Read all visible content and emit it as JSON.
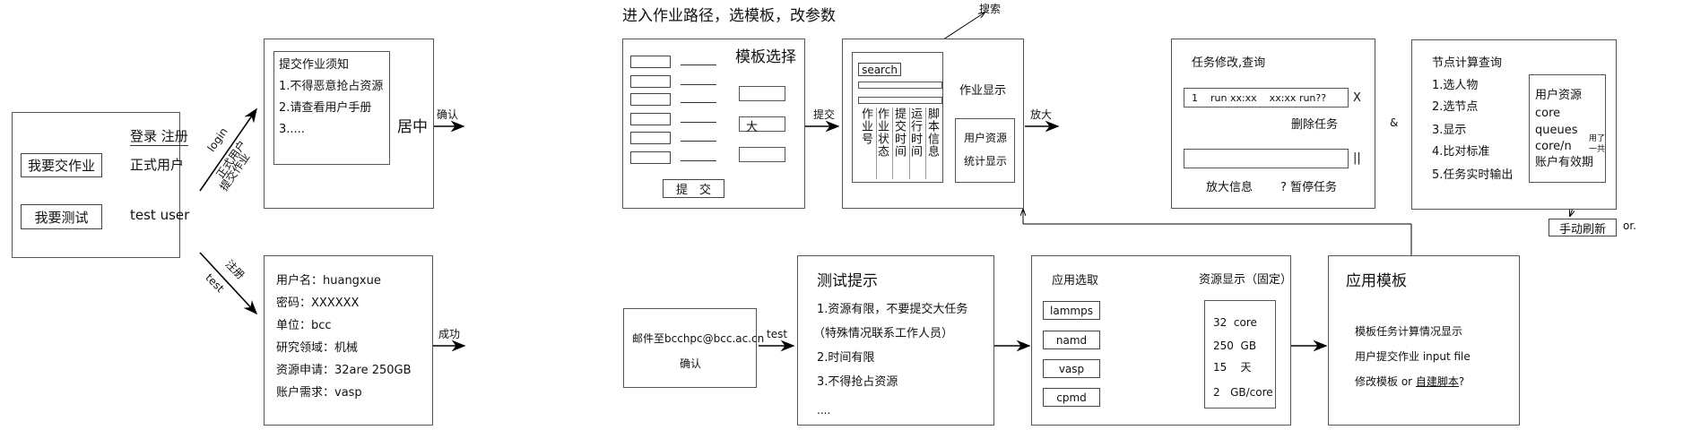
{
  "title": "进入作业路径，选模板，改参数",
  "login_box": {
    "login_register": "登录 注册",
    "submit_job_btn": "我要交作业",
    "formal_user": "正式用户",
    "test_btn": "我要测试",
    "test_user": "test user"
  },
  "edges": {
    "login": "login",
    "formal_submit_1": "正式用户",
    "formal_submit_2": "提交作业",
    "register": "注册",
    "test": "test",
    "confirm": "确认",
    "submit": "提交",
    "enlarge": "放大",
    "success": "成功",
    "test2": "test",
    "and": "&",
    "or": "or."
  },
  "notice": {
    "title": "提交作业须知",
    "items": [
      "1.不得恶意抢占资源",
      "2.请查看用户手册",
      "3....."
    ],
    "center": "居中"
  },
  "template_select": {
    "title": "模板选择",
    "option_big": "大",
    "submit_btn": "提　交"
  },
  "job_list": {
    "search": "search",
    "search_label": "搜索",
    "job_display": "作业显示",
    "columns": [
      "作业号",
      "作业状态",
      "提交时间",
      "运行时间",
      "脚本信息"
    ],
    "resource_1": "用户资源",
    "resource_2": "统计显示"
  },
  "task_modify": {
    "title": "任务修改,查询",
    "row": "1    run xx:xx    xx:xx run??",
    "delete_x": "X",
    "delete_label": "删除任务",
    "pause_icon": "||",
    "zoom_info": "放大信息",
    "pause_label": "? 暂停任务"
  },
  "node_query": {
    "title": "节点计算查询",
    "steps": [
      "1.选人物",
      "2.选节点",
      "3.显示",
      "4.比对标准",
      "5.任务实时输出"
    ],
    "res_title": "用户资源",
    "res_items": [
      "core",
      "queues",
      "core/n"
    ],
    "used": "用了",
    "total": "一共",
    "expiry": "账户有效期",
    "refresh_btn": "手动刷新"
  },
  "register_form": {
    "lines": [
      "用户名：huangxue",
      "密码：XXXXXX",
      "单位：bcc",
      "研究领域：机械",
      "资源申请：32are 250GB",
      "账户需求：vasp"
    ]
  },
  "email": {
    "line1": "邮件至bcchpc@bcc.ac.cn",
    "line2": "确认"
  },
  "test_tips": {
    "title": "测试提示",
    "items": [
      "1.资源有限，不要提交大任务",
      "（特殊情况联系工作人员）",
      "2.时间有限",
      "3.不得抢占资源",
      "...."
    ]
  },
  "app_select": {
    "title": "应用选取",
    "apps": [
      "lammps",
      "namd",
      "vasp",
      "cpmd"
    ],
    "res_title": "资源显示（固定）",
    "res": [
      "32  core",
      "250  GB",
      "15    天",
      "2   GB/core"
    ]
  },
  "app_template": {
    "title": "应用模板",
    "line1": "模板任务计算情况显示",
    "line2": "用户提交作业 input file",
    "line3a": "修改模板 or ",
    "line3b": "自建脚本",
    "line3c": "?"
  }
}
